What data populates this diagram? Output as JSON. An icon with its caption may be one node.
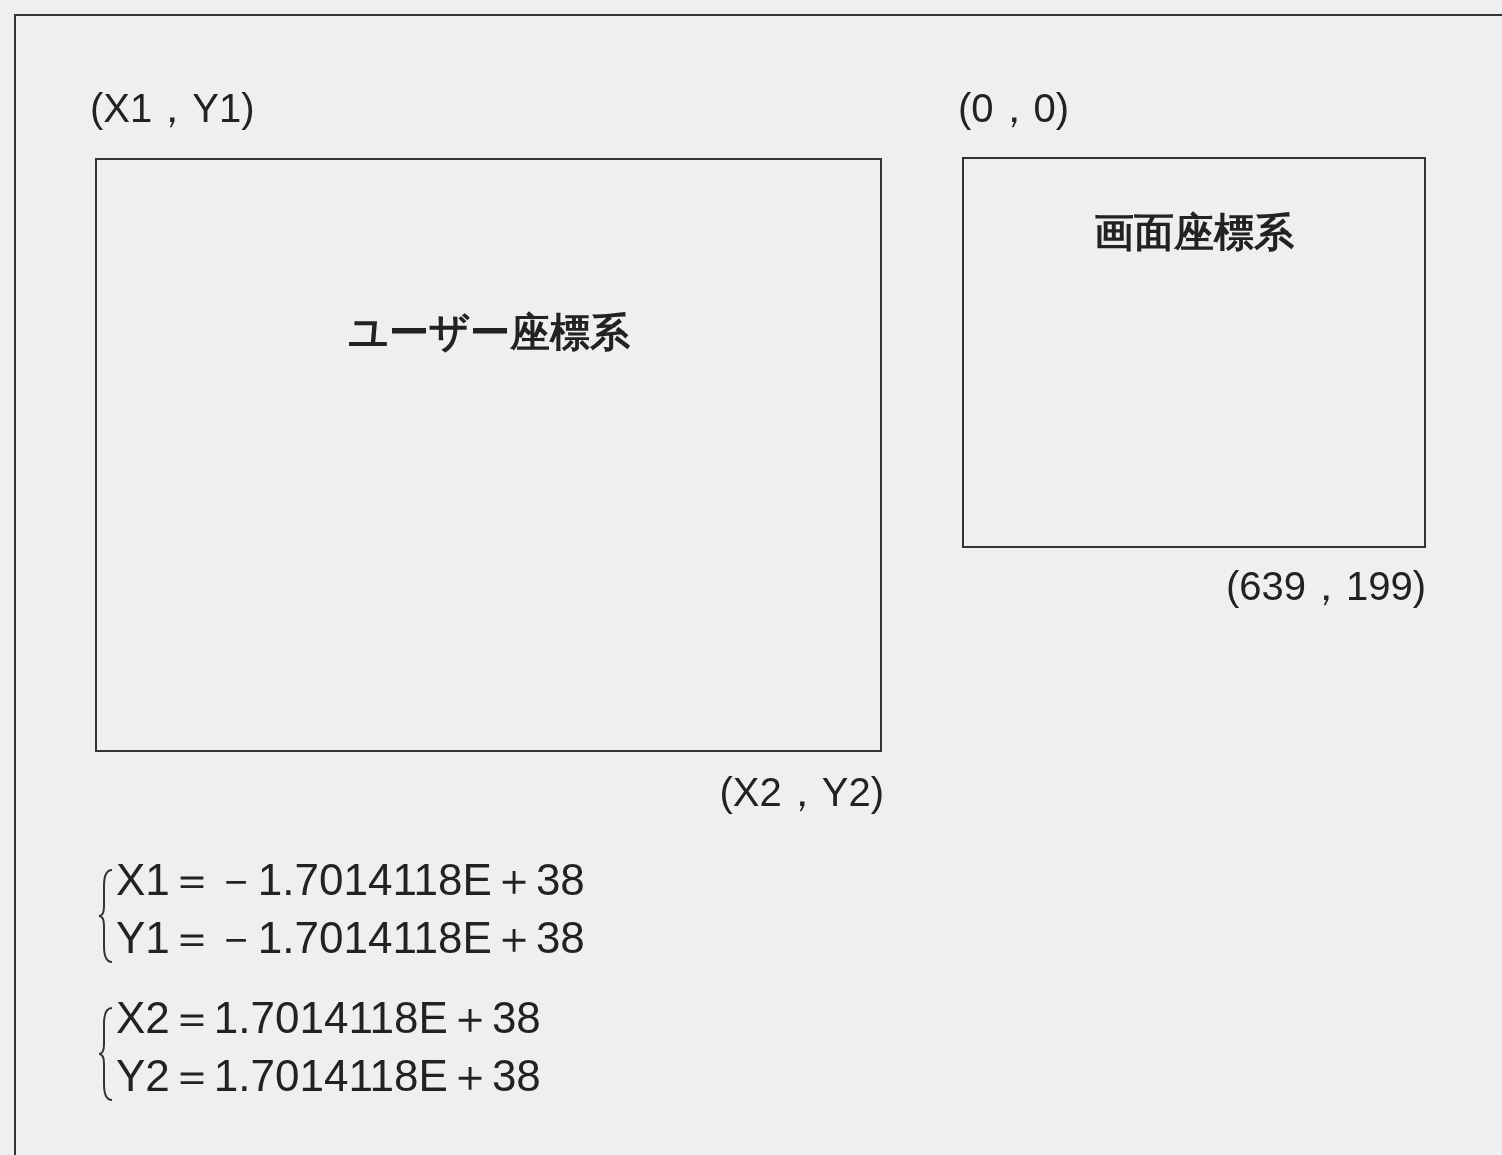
{
  "diagram": {
    "nodes": [
      {
        "text": [
          "ユーザー座標系"
        ],
        "beside": [
          "(X1，Y1)",
          "(X2，Y2)"
        ]
      },
      {
        "text": [
          "画面座標系"
        ],
        "beside": [
          "(0，0)",
          "(639，199)"
        ]
      }
    ],
    "labels": [
      "X1＝－1.7014118E＋38",
      "Y1＝－1.7014118E＋38",
      "X2＝1.7014118E＋38",
      "Y2＝1.7014118E＋38"
    ]
  }
}
